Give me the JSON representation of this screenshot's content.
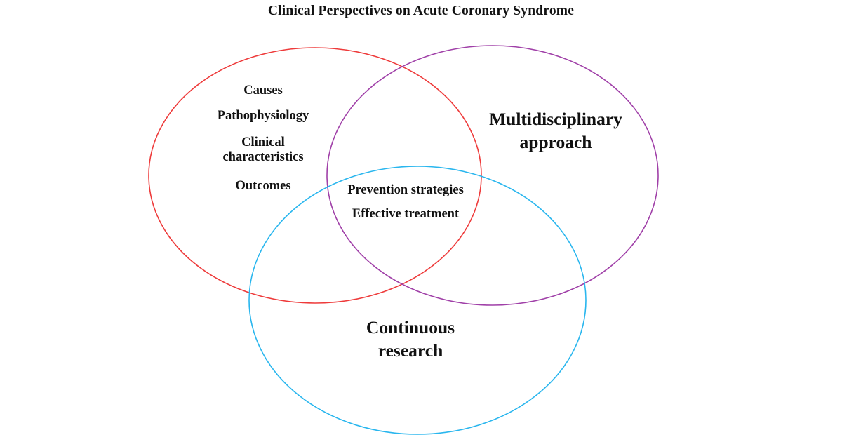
{
  "title": "Clinical Perspectives on Acute Coronary Syndrome",
  "sets": [
    {
      "color": "#ee3b3b",
      "items": [
        "Causes",
        "Pathophysiology",
        "Clinical characteristics",
        "Outcomes"
      ]
    },
    {
      "color": "#a040a8",
      "label_lines": [
        "Multidisciplinary",
        "approach"
      ]
    },
    {
      "color": "#29b6ee",
      "label_lines": [
        "Continuous",
        "research"
      ]
    }
  ],
  "intersection_items": [
    "Prevention strategies",
    "Effective treatment"
  ]
}
